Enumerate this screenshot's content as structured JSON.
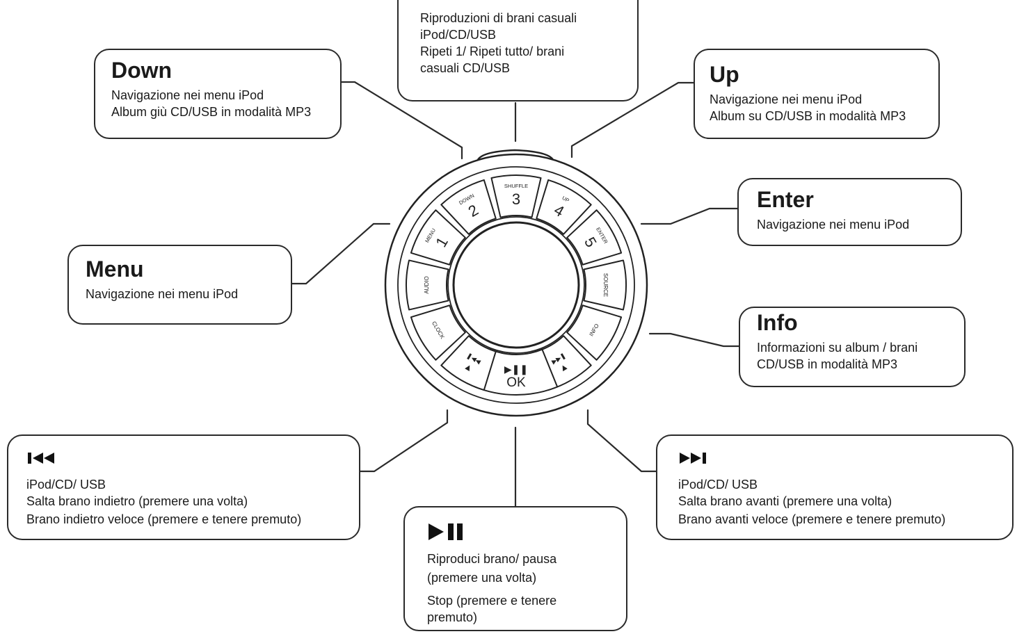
{
  "callouts": {
    "shuffle": {
      "lines": [
        "Riproduzioni di brani casuali",
        "iPod/CD/USB",
        "Ripeti 1/ Ripeti tutto/ brani",
        "casuali CD/USB"
      ]
    },
    "down": {
      "title": "Down",
      "lines": [
        "Navigazione nei menu iPod",
        "Album giù CD/USB in modalità MP3"
      ]
    },
    "up": {
      "title": "Up",
      "lines": [
        "Navigazione nei menu iPod",
        "Album su CD/USB in modalità MP3"
      ]
    },
    "enter": {
      "title": "Enter",
      "lines": [
        "Navigazione nei menu iPod"
      ]
    },
    "menu": {
      "title": "Menu",
      "lines": [
        "Navigazione nei menu iPod"
      ]
    },
    "info": {
      "title": "Info",
      "lines": [
        "Informazioni su album / brani",
        "CD/USB in modalità MP3"
      ]
    },
    "prev": {
      "icon": "skip-back-icon",
      "lines": [
        "iPod/CD/ USB",
        "Salta brano indietro (premere una volta)",
        "Brano indietro veloce (premere e tenere premuto)"
      ]
    },
    "next": {
      "icon": "skip-forward-icon",
      "lines": [
        "iPod/CD/ USB",
        "Salta brano avanti (premere una volta)",
        "Brano avanti veloce (premere e tenere premuto)"
      ]
    },
    "play": {
      "icon": "play-pause-icon",
      "lines": [
        "Riproduci brano/ pausa",
        "(premere una volta)",
        "Stop (premere e tenere",
        "premuto)"
      ]
    }
  },
  "dial": {
    "buttons": {
      "menu": {
        "label": "MENU",
        "number": "1"
      },
      "down": {
        "label": "DOWN",
        "number": "2"
      },
      "shuffle": {
        "label": "SHUFFLE",
        "number": "3"
      },
      "up": {
        "label": "UP",
        "number": "4"
      },
      "enter": {
        "label": "ENTER",
        "number": "5"
      },
      "audio": {
        "label": "AUDIO"
      },
      "clock": {
        "label": "CLOCK"
      },
      "source": {
        "label": "SOURCE"
      },
      "info": {
        "label": "INFO"
      },
      "ok": {
        "label": "OK"
      }
    }
  }
}
